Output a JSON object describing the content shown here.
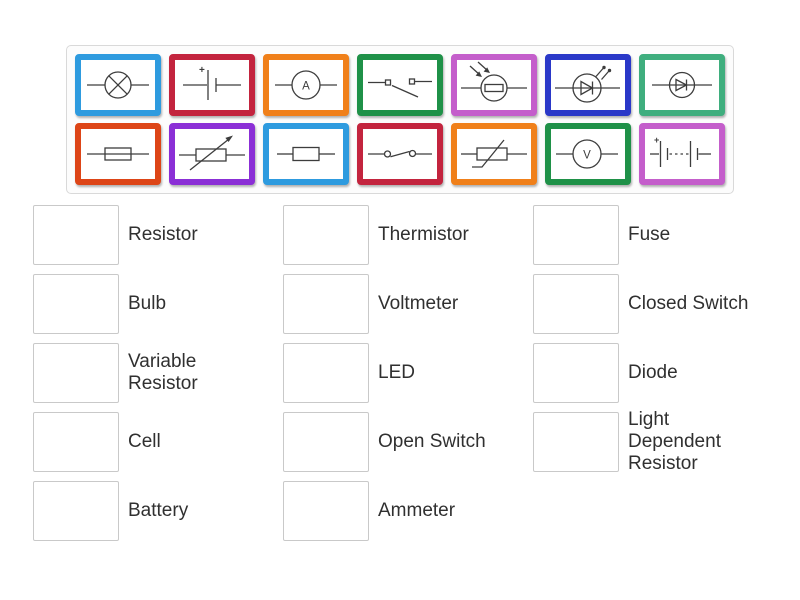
{
  "page": {
    "background": "#ffffff"
  },
  "board": {
    "background": "#fcfcfc",
    "border_color": "#d9d9d9",
    "tiles": [
      {
        "symbol": "bulb",
        "border_color": "#2E9BDF"
      },
      {
        "symbol": "cell",
        "border_color": "#C3243E"
      },
      {
        "symbol": "ammeter",
        "border_color": "#F0801A"
      },
      {
        "symbol": "open-switch",
        "border_color": "#1F9148"
      },
      {
        "symbol": "ldr",
        "border_color": "#C45ECB"
      },
      {
        "symbol": "led",
        "border_color": "#2A38C8"
      },
      {
        "symbol": "diode",
        "border_color": "#3FAE7E"
      },
      {
        "symbol": "fuse",
        "border_color": "#DD4517"
      },
      {
        "symbol": "variable-resistor",
        "border_color": "#8B2FD6"
      },
      {
        "symbol": "resistor",
        "border_color": "#2E9BDF"
      },
      {
        "symbol": "closed-switch",
        "border_color": "#C3243E"
      },
      {
        "symbol": "thermistor",
        "border_color": "#F0801A"
      },
      {
        "symbol": "voltmeter",
        "border_color": "#1F9148"
      },
      {
        "symbol": "battery",
        "border_color": "#C45ECB"
      }
    ]
  },
  "symbols": {
    "ammeter_letter": "A",
    "voltmeter_letter": "V",
    "cell_plus": "+",
    "battery_plus": "+"
  },
  "answers": {
    "columns": [
      {
        "items": [
          {
            "label": "Resistor"
          },
          {
            "label": "Bulb"
          },
          {
            "label": "Variable Resistor"
          },
          {
            "label": "Cell"
          },
          {
            "label": "Battery"
          }
        ]
      },
      {
        "items": [
          {
            "label": "Thermistor"
          },
          {
            "label": "Voltmeter"
          },
          {
            "label": "LED"
          },
          {
            "label": "Open Switch"
          },
          {
            "label": "Ammeter"
          }
        ]
      },
      {
        "items": [
          {
            "label": "Fuse"
          },
          {
            "label": "Closed Switch"
          },
          {
            "label": "Diode"
          },
          {
            "label": "Light Dependent Resistor"
          }
        ]
      }
    ]
  }
}
